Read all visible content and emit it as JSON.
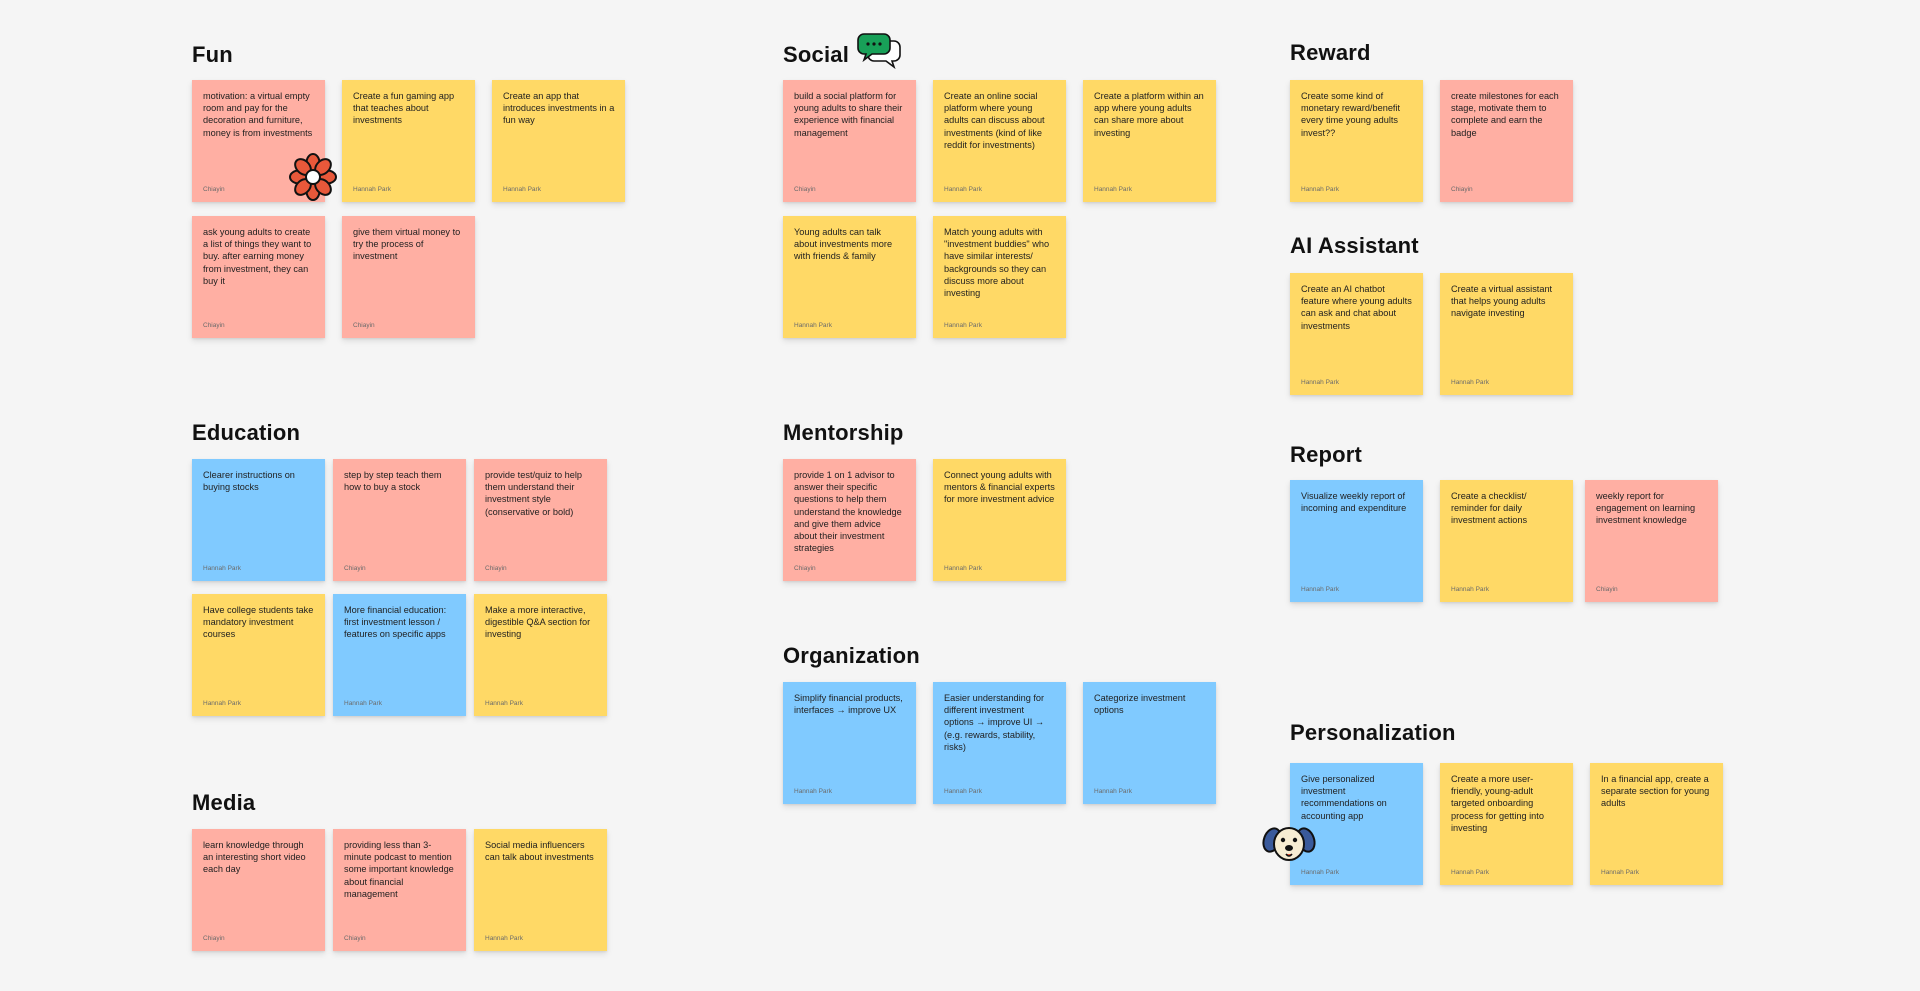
{
  "colors": {
    "pink": "#ffafa3",
    "yellow": "#ffd966",
    "blue": "#80caff",
    "background": "#f5f5f5"
  },
  "icons": [
    "chat-bubbles-icon",
    "flower-sticker-icon",
    "dog-sticker-icon"
  ],
  "sections": {
    "fun": {
      "title": "Fun",
      "notes": [
        {
          "text": "motivation: a virtual empty room and pay for the decoration and furniture, money is from investments",
          "author": "Chiayin",
          "color": "pink"
        },
        {
          "text": "Create a fun gaming app that teaches about investments",
          "author": "Hannah Park",
          "color": "yellow"
        },
        {
          "text": "Create an app that introduces investments in a fun way",
          "author": "Hannah Park",
          "color": "yellow"
        },
        {
          "text": "ask young adults to create a list of things they want to buy. after earning money from investment, they can buy it",
          "author": "Chiayin",
          "color": "pink"
        },
        {
          "text": "give them virtual money to try the process of investment",
          "author": "Chiayin",
          "color": "pink"
        }
      ]
    },
    "social": {
      "title": "Social",
      "notes": [
        {
          "text": "build a social platform for young adults to share their experience with financial management",
          "author": "Chiayin",
          "color": "pink"
        },
        {
          "text": "Create an online social platform where young adults can discuss about investments (kind of like reddit for investments)",
          "author": "Hannah Park",
          "color": "yellow"
        },
        {
          "text": "Create a platform within an app where young adults can share more about investing",
          "author": "Hannah Park",
          "color": "yellow"
        },
        {
          "text": "Young adults can talk about investments more with friends & family",
          "author": "Hannah Park",
          "color": "yellow"
        },
        {
          "text": "Match young adults with \"investment buddies\" who have similar interests/ backgrounds so they can discuss more about investing",
          "author": "Hannah Park",
          "color": "yellow"
        }
      ]
    },
    "reward": {
      "title": "Reward",
      "notes": [
        {
          "text": "Create some kind of monetary reward/benefit every time young adults invest??",
          "author": "Hannah Park",
          "color": "yellow"
        },
        {
          "text": "create milestones for each stage, motivate them to complete and earn the badge",
          "author": "Chiayin",
          "color": "pink"
        }
      ]
    },
    "ai_assistant": {
      "title": "AI Assistant",
      "notes": [
        {
          "text": "Create an AI chatbot feature where young adults can ask and chat about investments",
          "author": "Hannah Park",
          "color": "yellow"
        },
        {
          "text": "Create a virtual assistant that helps young adults navigate investing",
          "author": "Hannah Park",
          "color": "yellow"
        }
      ]
    },
    "education": {
      "title": "Education",
      "notes": [
        {
          "text": "Clearer instructions on buying stocks",
          "author": "Hannah Park",
          "color": "blue"
        },
        {
          "text": "step by step teach them how to buy a stock",
          "author": "Chiayin",
          "color": "pink"
        },
        {
          "text": "provide test/quiz to help them understand their investment style (conservative or bold)",
          "author": "Chiayin",
          "color": "pink"
        },
        {
          "text": "Have college students take mandatory investment courses",
          "author": "Hannah Park",
          "color": "yellow"
        },
        {
          "text": "More financial education: first investment lesson / features on specific apps",
          "author": "Hannah Park",
          "color": "blue"
        },
        {
          "text": "Make a more interactive, digestible Q&A section for investing",
          "author": "Hannah Park",
          "color": "yellow"
        }
      ]
    },
    "mentorship": {
      "title": "Mentorship",
      "notes": [
        {
          "text": "provide 1 on 1 advisor to answer their specific questions to help them understand the knowledge and give them advice about their investment strategies",
          "author": "Chiayin",
          "color": "pink"
        },
        {
          "text": "Connect young adults with mentors & financial experts for more investment advice",
          "author": "Hannah Park",
          "color": "yellow"
        }
      ]
    },
    "report": {
      "title": "Report",
      "notes": [
        {
          "text": "Visualize weekly report of incoming and expenditure",
          "author": "Hannah Park",
          "color": "blue"
        },
        {
          "text": "Create a checklist/ reminder for daily investment actions",
          "author": "Hannah Park",
          "color": "yellow"
        },
        {
          "text": "weekly report for engagement on learning investment knowledge",
          "author": "Chiayin",
          "color": "pink"
        }
      ]
    },
    "organization": {
      "title": "Organization",
      "notes": [
        {
          "text": "Simplify financial products, interfaces → improve UX",
          "author": "Hannah Park",
          "color": "blue"
        },
        {
          "text": "Easier understanding for different investment options → improve UI → (e.g. rewards, stability, risks)",
          "author": "Hannah Park",
          "color": "blue"
        },
        {
          "text": "Categorize investment options",
          "author": "Hannah Park",
          "color": "blue"
        }
      ]
    },
    "media": {
      "title": "Media",
      "notes": [
        {
          "text": "learn knowledge through an interesting short video each day",
          "author": "Chiayin",
          "color": "pink"
        },
        {
          "text": "providing less than 3-minute podcast to mention some important knowledge about financial management",
          "author": "Chiayin",
          "color": "pink"
        },
        {
          "text": "Social media influencers can talk about investments",
          "author": "Hannah Park",
          "color": "yellow"
        }
      ]
    },
    "personalization": {
      "title": "Personalization",
      "notes": [
        {
          "text": "Give personalized investment recommendations on accounting app",
          "author": "Hannah Park",
          "color": "blue"
        },
        {
          "text": "Create a more user-friendly, young-adult targeted onboarding process for getting into investing",
          "author": "Hannah Park",
          "color": "yellow"
        },
        {
          "text": "In a financial app, create a separate section for young adults",
          "author": "Hannah Park",
          "color": "yellow"
        }
      ]
    }
  }
}
